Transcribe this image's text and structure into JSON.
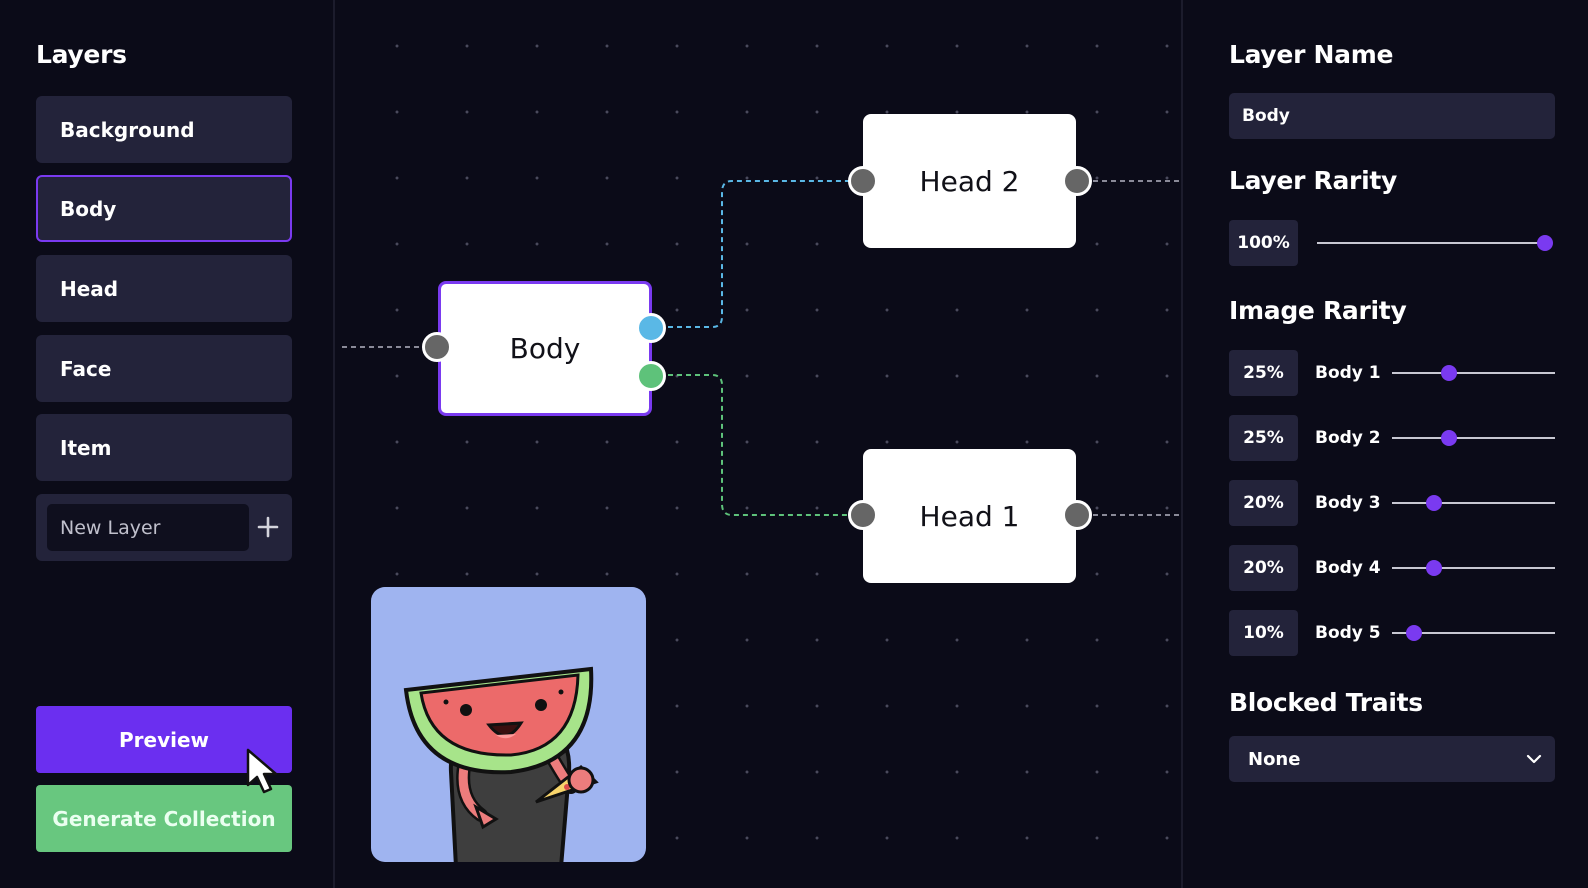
{
  "left_panel": {
    "title": "Layers",
    "layers": [
      {
        "label": "Background"
      },
      {
        "label": "Body",
        "selected": true
      },
      {
        "label": "Head"
      },
      {
        "label": "Face"
      },
      {
        "label": "Item"
      }
    ],
    "new_layer_placeholder": "New Layer",
    "add_icon": "plus-icon",
    "preview_label": "Preview",
    "generate_label": "Generate Collection"
  },
  "canvas": {
    "nodes": {
      "body": "Body",
      "head2": "Head 2",
      "head1": "Head 1"
    },
    "preview_image": "watermelon-character"
  },
  "right_panel": {
    "layer_name_title": "Layer Name",
    "layer_name_value": "Body",
    "layer_rarity_title": "Layer Rarity",
    "layer_rarity_value": "100%",
    "layer_rarity_level": 1.0,
    "image_rarity_title": "Image Rarity",
    "image_rarity": [
      {
        "pct": "25%",
        "label": "Body 1",
        "level": 0.25
      },
      {
        "pct": "25%",
        "label": "Body 2",
        "level": 0.25
      },
      {
        "pct": "20%",
        "label": "Body 3",
        "level": 0.2
      },
      {
        "pct": "20%",
        "label": "Body 4",
        "level": 0.2
      },
      {
        "pct": "10%",
        "label": "Body 5",
        "level": 0.1
      }
    ],
    "blocked_traits_title": "Blocked Traits",
    "blocked_traits_value": "None"
  },
  "colors": {
    "background": "#0b0b18",
    "panel_item": "#23233a",
    "accent": "#6b2ff0",
    "success": "#68c77f",
    "port_blue": "#5ab8e6",
    "port_green": "#5ec27a"
  }
}
